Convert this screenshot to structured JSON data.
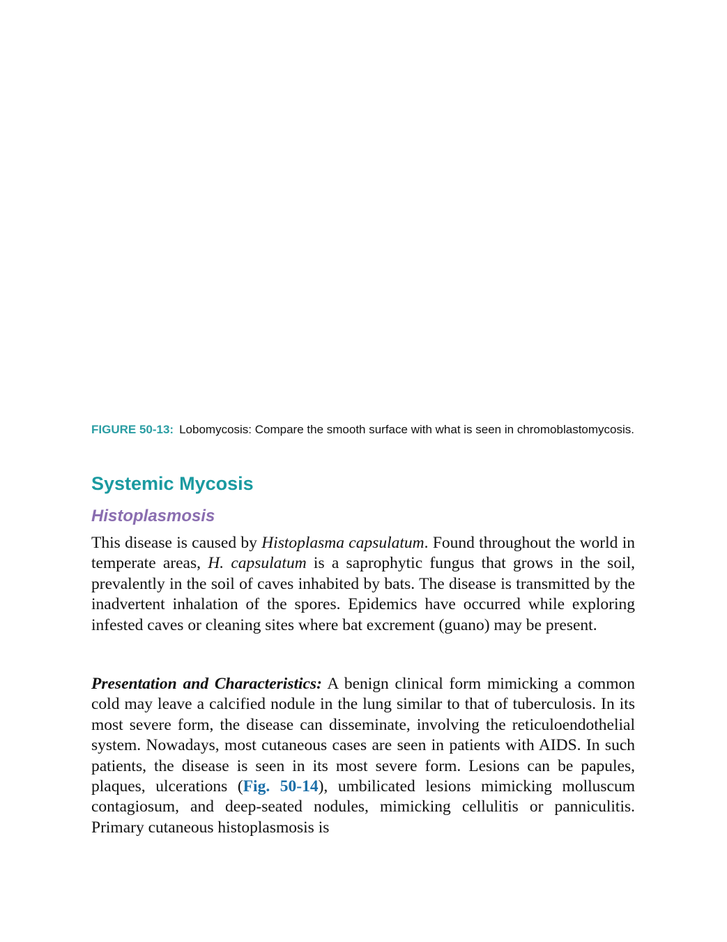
{
  "figure": {
    "label": "FIGURE 50-13:",
    "caption": "Lobomycosis: Compare the smooth surface with what is seen in chromoblastomycosis."
  },
  "section": {
    "heading": "Systemic Mycosis",
    "subheading": "Histoplasmosis"
  },
  "paragraph1": {
    "t1": "This disease is caused by ",
    "i1": "Histoplasma capsulatum",
    "t2": ". Found throughout the world in temperate areas, ",
    "i2": "H. capsulatum",
    "t3": " is a saprophytic fungus that grows in the soil, prevalently in the soil of caves inhabited by bats. The disease is transmitted by the inadvertent inhalation of the spores. Epidemics have occurred while exploring infested caves or cleaning sites where bat excrement (guano) may be present."
  },
  "paragraph2": {
    "lead": "Presentation and Characteristics:",
    "t1": " A benign clinical form mimicking a common cold may leave a calcified nodule in the lung similar to that of tuberculosis. In its most severe form, the disease can disseminate, involving the reticuloendothelial system. Nowadays, most cutaneous cases are seen in patients with AIDS. In such patients, the disease is seen in its most severe form. Lesions can be papules, plaques, ulcerations (",
    "fig_ref": "Fig. 50-14",
    "t2": "), umbilicated lesions mimicking molluscum contagiosum, and deep-seated nodules, mimicking cellulitis or panniculitis. Primary cutaneous histoplasmosis is"
  },
  "colors": {
    "figure_label": "#2a9da3",
    "heading": "#1a9aa0",
    "subheading": "#8a6db0",
    "link": "#1b6fa8"
  }
}
